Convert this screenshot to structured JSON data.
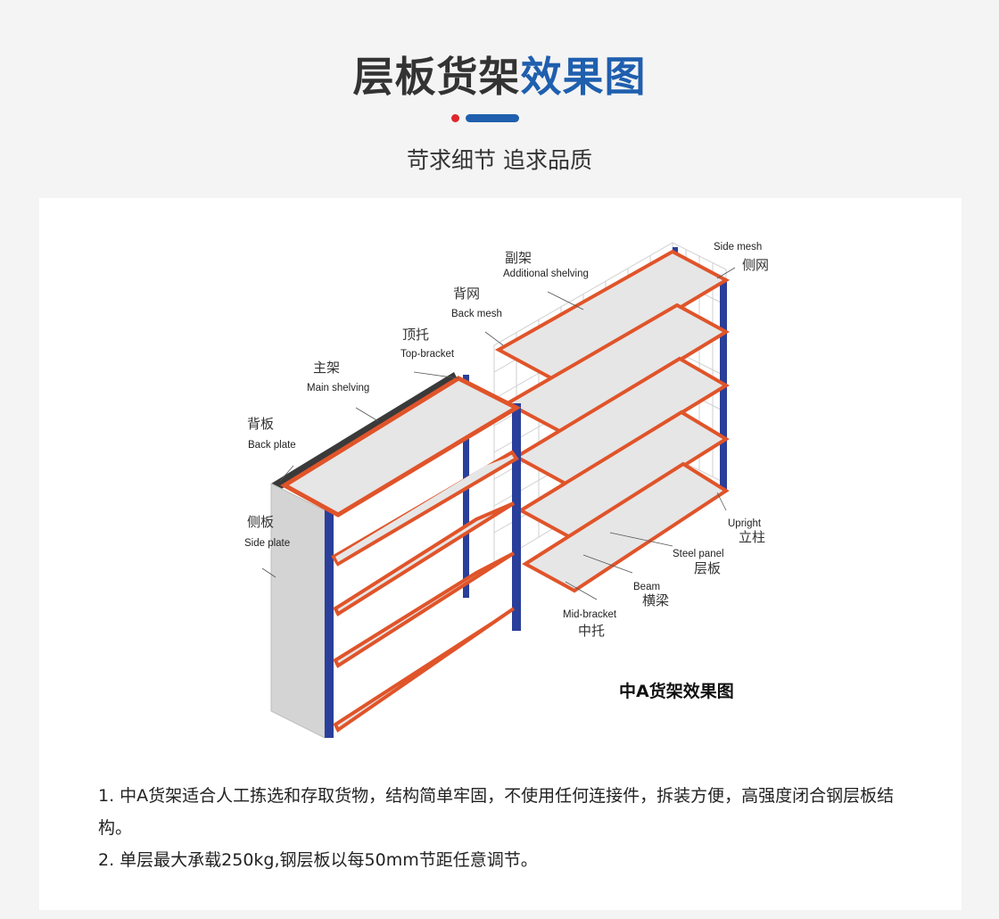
{
  "header": {
    "title_dark": "层板货架",
    "title_blue": "效果图",
    "subtitle": "苛求细节 追求品质"
  },
  "diagram": {
    "caption": "中A货架效果图",
    "labels": [
      {
        "cn": "副架",
        "en": "Additional shelving"
      },
      {
        "cn": "背网",
        "en": "Back mesh"
      },
      {
        "cn": "顶托",
        "en": "Top-bracket"
      },
      {
        "cn": "主架",
        "en": "Main shelving"
      },
      {
        "cn": "背板",
        "en": "Back plate"
      },
      {
        "cn": "侧板",
        "en": "Side plate"
      },
      {
        "cn": "侧网",
        "en": "Side mesh"
      },
      {
        "cn": "立柱",
        "en": "Upright"
      },
      {
        "cn": "层板",
        "en": "Steel panel"
      },
      {
        "cn": "横梁",
        "en": "Beam"
      },
      {
        "cn": "中托",
        "en": "Mid-bracket"
      }
    ],
    "colors": {
      "upright": "#2a3f9a",
      "beam": "#e0542a",
      "panel": "#e6e6e6",
      "plate": "#d4d4d4",
      "backplate": "#3a3a3a"
    }
  },
  "description": {
    "line1": "1. 中A货架适合人工拣选和存取货物，结构简单牢固，不使用任何连接件，拆装方便，高强度闭合钢层板结构。",
    "line2": "2. 单层最大承载250kg,钢层板以每50mm节距任意调节。"
  }
}
